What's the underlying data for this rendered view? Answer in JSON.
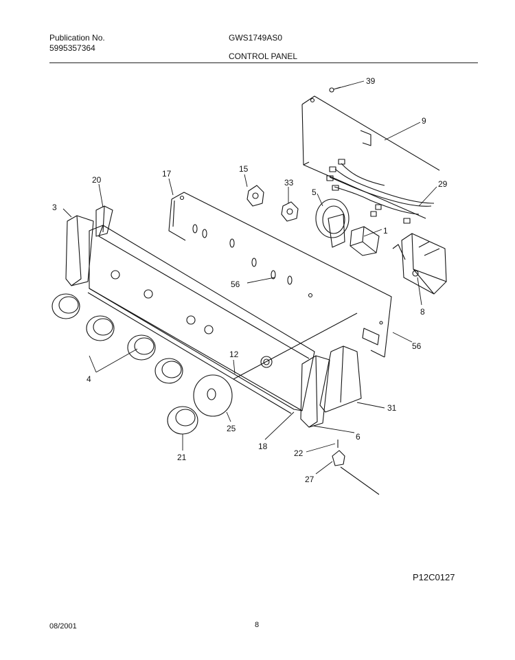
{
  "header": {
    "publication_label": "Publication No.",
    "publication_number": "5995357364",
    "model": "GWS1749AS0",
    "section_title": "CONTROL PANEL"
  },
  "diagram": {
    "callouts": {
      "c39": "39",
      "c9": "9",
      "c29": "29",
      "c17": "17",
      "c15": "15",
      "c33": "33",
      "c5": "5",
      "c1": "1",
      "c20": "20",
      "c3": "3",
      "c56a": "56",
      "c8": "8",
      "c56b": "56",
      "c12": "12",
      "c4": "4",
      "c31": "31",
      "c25": "25",
      "c6": "6",
      "c18": "18",
      "c21": "21",
      "c22": "22",
      "c27": "27"
    }
  },
  "footer": {
    "figure_code": "P12C0127",
    "date": "08/2001",
    "page": "8"
  }
}
